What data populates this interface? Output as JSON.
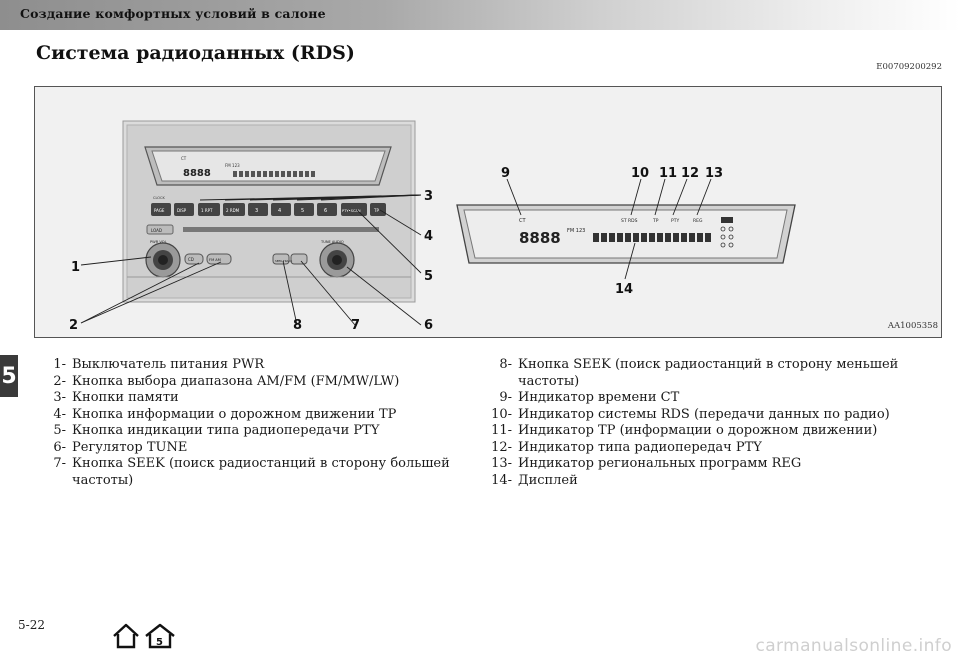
{
  "header": {
    "section": "Создание комфортных условий в салоне",
    "title": "Система радиоданных (RDS)",
    "doc_code": "E00709200292"
  },
  "chapter_tab": "5",
  "figure": {
    "code": "AA1005358",
    "callouts": [
      "1",
      "2",
      "3",
      "4",
      "5",
      "6",
      "7",
      "8",
      "9",
      "10",
      "11",
      "12",
      "13",
      "14"
    ],
    "panel_labels": {
      "page": "PAGE",
      "disp": "DISP",
      "ptyscan": "PTY•SCAN",
      "tp": "TP",
      "clock": "CLOCK",
      "load": "LOAD",
      "cd": "CD",
      "fm_am": "FM AM",
      "seek_track": "SEEK TRACK",
      "rpt": "1 RPT",
      "rdm": "2 RDM",
      "p3": "3",
      "p4": "4",
      "p5": "5",
      "p6": "6",
      "pwr_vol": "PWR VOL",
      "tune_audio": "TUNE AUDIO"
    },
    "display": {
      "ct": "CT",
      "st_rds": "ST RDS",
      "tp": "TP",
      "pty": "PTY",
      "reg": "REG",
      "freq": "8888",
      "fm": "FM 123"
    }
  },
  "list_left": [
    {
      "num": "1-",
      "text": "Выключатель питания PWR"
    },
    {
      "num": "2-",
      "text": "Кнопка выбора диапазона AM/FM (FM/MW/LW)"
    },
    {
      "num": "3-",
      "text": "Кнопки памяти"
    },
    {
      "num": "4-",
      "text": "Кнопка информации о дорожном движении TP"
    },
    {
      "num": "5-",
      "text": "Кнопка индикации типа радиопередачи PTY"
    },
    {
      "num": "6-",
      "text": "Регулятор TUNE"
    },
    {
      "num": "7-",
      "text": "Кнопка SEEK (поиск радиостанций в сторону большей",
      "cont": "частоты)"
    }
  ],
  "list_right": [
    {
      "num": "8-",
      "text": "Кнопка SEEK (поиск радиостанций в сторону меньшей",
      "cont": "частоты)"
    },
    {
      "num": "9-",
      "text": "Индикатор времени CT"
    },
    {
      "num": "10-",
      "text": "Индикатор системы RDS (передачи данных по радио)"
    },
    {
      "num": "11-",
      "text": "Индикатор TP (информации о дорожном движении)"
    },
    {
      "num": "12-",
      "text": "Индикатор типа радиопередач PTY"
    },
    {
      "num": "13-",
      "text": "Индикатор региональных программ REG"
    },
    {
      "num": "14-",
      "text": "Дисплей"
    }
  ],
  "footer": {
    "page_number": "5-22",
    "watermark": "carmanualsonline.info",
    "nav_badge": "5"
  }
}
